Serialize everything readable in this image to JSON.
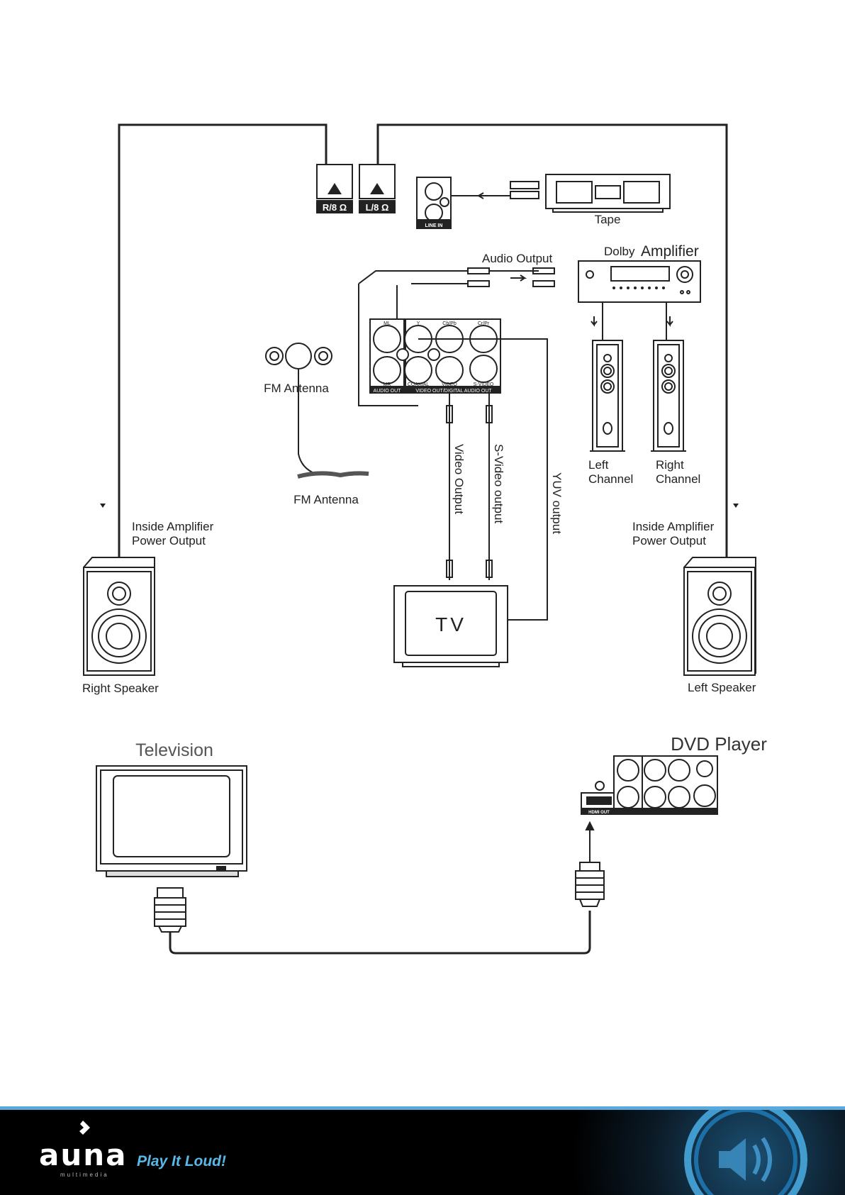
{
  "speakers": {
    "right": {
      "label": "Right Speaker",
      "note": [
        "Inside Amplifier",
        "Power Output"
      ]
    },
    "left": {
      "label": "Left Speaker",
      "note": [
        "Inside Amplifier",
        "Power Output"
      ]
    }
  },
  "terminals": {
    "right": "R/8 Ω",
    "left": "L/8 Ω"
  },
  "line_in": "LINE IN",
  "tape": "Tape",
  "amplifier": {
    "prefix": "Dolby",
    "name": "Amplifier"
  },
  "audio_output": "Audio Output",
  "channels": {
    "left": [
      "Left",
      "Channel"
    ],
    "right": [
      "Right",
      "Channel"
    ]
  },
  "fm_antenna": {
    "jack": "FM Antenna",
    "wire": "FM Antenna"
  },
  "panel": {
    "audio_out": "AUDIO OUT",
    "video_out": "VIDEO OUT/DIGITAL AUDIO OUT",
    "ports": {
      "ml": "ML",
      "mr": "MR",
      "y": "Y",
      "cb": "Cb/Pb",
      "cr": "Cr/Pr",
      "coaxial": "COAXIAL",
      "video": "VIDEO",
      "svideo": "S-VIDEO"
    }
  },
  "cables": {
    "video": "Video Output",
    "svideo": "S-Video output",
    "yuv": "YUV output"
  },
  "tv": "TV",
  "hdmi_section": {
    "television": "Television",
    "dvd_player": "DVD Player",
    "hdmi_out": "HDMI OUT"
  },
  "footer": {
    "logo": "auna",
    "sub": "multimedia",
    "slogan": "Play It Loud!"
  },
  "colors": {
    "footer_accent": "#5aa9dc",
    "slogan": "#5ab8e8",
    "line": "#222222"
  }
}
